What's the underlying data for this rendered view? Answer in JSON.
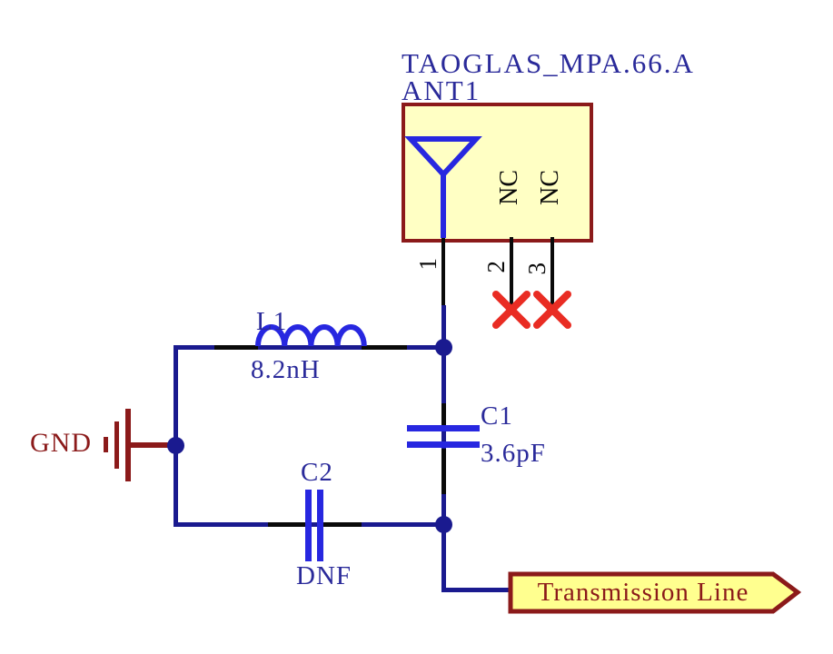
{
  "component": {
    "part_number": "TAOGLAS_MPA.66.A",
    "refdes": "ANT1",
    "pin_numbers": {
      "p1": "1",
      "p2": "2",
      "p3": "3"
    },
    "pin_names": {
      "p2": "NC",
      "p3": "NC"
    }
  },
  "matching_network": {
    "l1": {
      "refdes": "L1",
      "value": "8.2nH"
    },
    "c1": {
      "refdes": "C1",
      "value": "3.6pF"
    },
    "c2": {
      "refdes": "C2",
      "value": "DNF"
    }
  },
  "net_labels": {
    "ground": "GND",
    "transmission_line": "Transmission Line"
  },
  "colors": {
    "wire": "#1a1a8f",
    "component": "#2727e0",
    "text_blue": "#2a2a9a",
    "dark_red": "#8b1a1a",
    "box_fill": "#ffffc4",
    "flag_fill": "#ffff8f",
    "x_red": "#e92c23",
    "pin_black": "#0a0a0a"
  }
}
